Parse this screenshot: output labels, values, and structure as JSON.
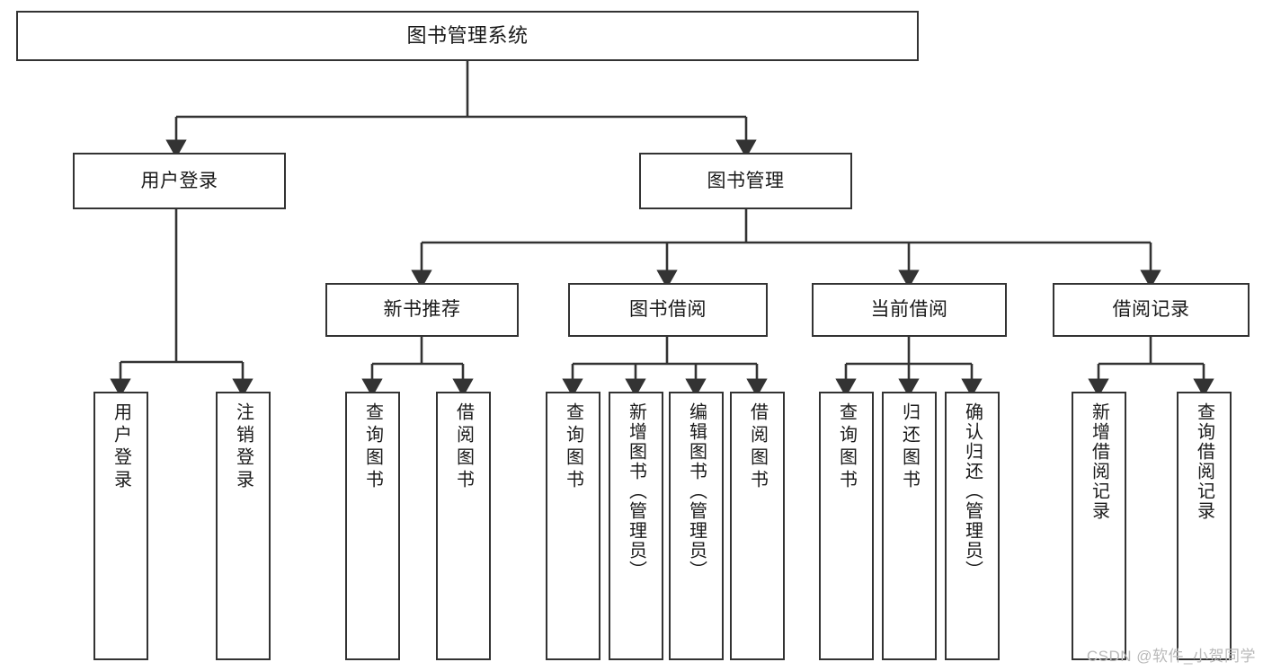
{
  "diagram": {
    "title": "图书管理系统",
    "type": "tree-hierarchy",
    "watermark": "CSDN @软件_小贺同学",
    "colors": {
      "stroke": "#333333",
      "fill": "#ffffff",
      "text": "#1a1a1a",
      "watermark": "#b9b9b9"
    },
    "root": {
      "label": "图书管理系统"
    },
    "level1": [
      {
        "label": "用户登录"
      },
      {
        "label": "图书管理"
      }
    ],
    "level2": [
      {
        "label": "新书推荐"
      },
      {
        "label": "图书借阅"
      },
      {
        "label": "当前借阅"
      },
      {
        "label": "借阅记录"
      }
    ],
    "leaves": {
      "user_login": [
        {
          "label": "用户登录"
        },
        {
          "label": "注销登录"
        }
      ],
      "new_book_recommend": [
        {
          "label": "查询图书"
        },
        {
          "label": "借阅图书"
        }
      ],
      "book_borrow": [
        {
          "label": "查询图书"
        },
        {
          "label": "新增图书（管理员）"
        },
        {
          "label": "编辑图书（管理员）"
        },
        {
          "label": "借阅图书"
        }
      ],
      "current_borrow": [
        {
          "label": "查询图书"
        },
        {
          "label": "归还图书"
        },
        {
          "label": "确认归还（管理员）"
        }
      ],
      "borrow_record": [
        {
          "label": "新增借阅记录"
        },
        {
          "label": "查询借阅记录"
        }
      ]
    }
  }
}
